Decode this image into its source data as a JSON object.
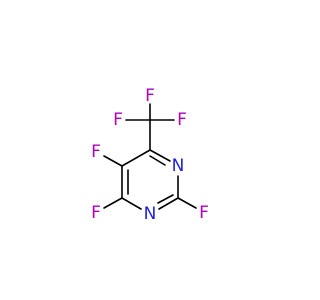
{
  "molecule": {
    "atoms": [
      {
        "id": "F1",
        "symbol": "F",
        "color": "#b000c0"
      },
      {
        "id": "F2",
        "symbol": "F",
        "color": "#b000c0"
      },
      {
        "id": "F3",
        "symbol": "F",
        "color": "#b000c0"
      },
      {
        "id": "F4",
        "symbol": "F",
        "color": "#b000c0"
      },
      {
        "id": "F5",
        "symbol": "F",
        "color": "#b000c0"
      },
      {
        "id": "F6",
        "symbol": "F",
        "color": "#b000c0"
      },
      {
        "id": "N1",
        "symbol": "N",
        "color": "#1f1fd8"
      },
      {
        "id": "N2",
        "symbol": "N",
        "color": "#1f1fd8"
      }
    ],
    "bond_color": "#000000"
  }
}
